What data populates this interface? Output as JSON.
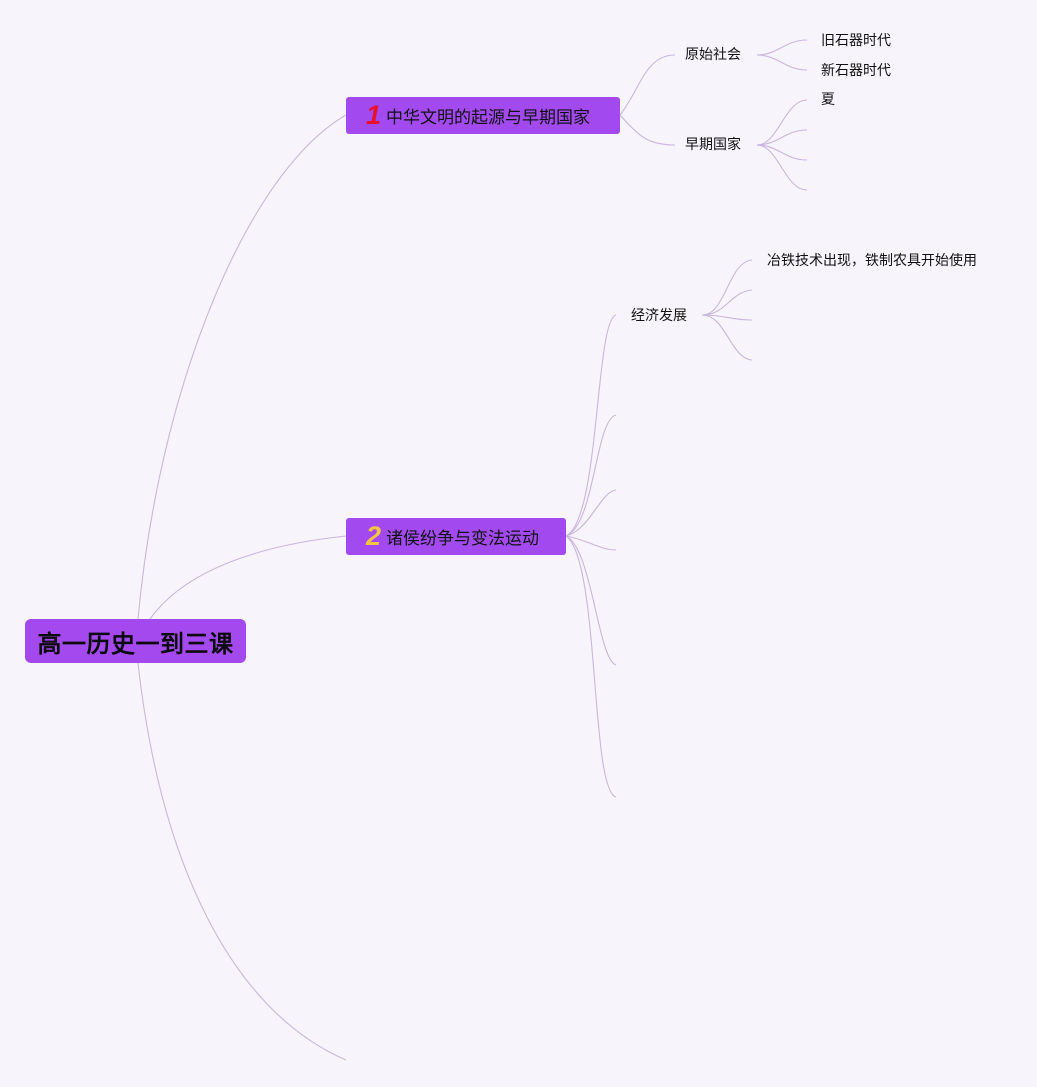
{
  "root": {
    "label": "高一历史一到三课"
  },
  "branches": [
    {
      "number": "1",
      "label": "中华文明的起源与早期国家",
      "children": [
        {
          "label": "原始社会",
          "children": [
            "旧石器时代",
            "新石器时代"
          ]
        },
        {
          "label": "早期国家",
          "children": [
            "夏"
          ]
        }
      ]
    },
    {
      "number": "2",
      "label": "诸侯纷争与变法运动",
      "children": [
        {
          "label": "经济发展",
          "children": [
            "冶铁技术出现，铁制农具开始使用"
          ]
        }
      ]
    }
  ],
  "colors": {
    "background": "#f8f4fb",
    "node_fill": "#a349ee",
    "connector": "#c9b6de",
    "number_1": "#e8102a",
    "number_2": "#f4c542"
  }
}
